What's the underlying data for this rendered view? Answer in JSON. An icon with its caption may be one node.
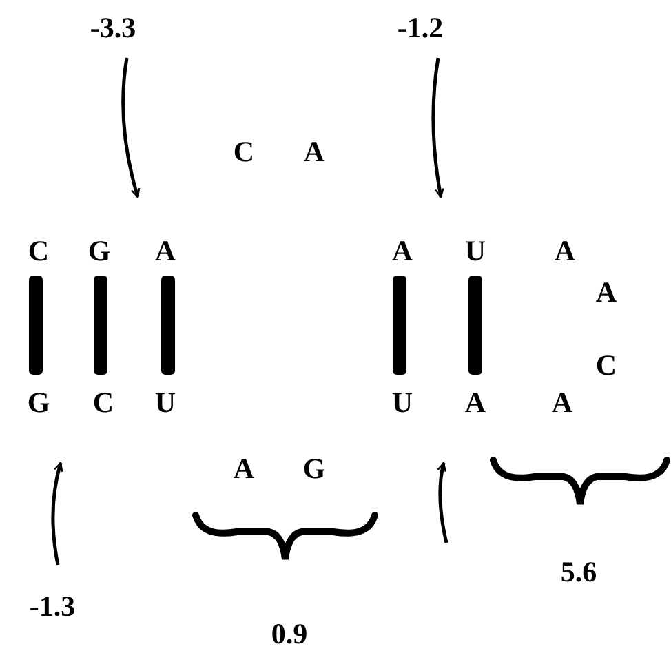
{
  "diagram": {
    "nodes": [
      {
        "text": [
          "-3.3"
        ]
      },
      {
        "text": [
          "-1.2"
        ]
      },
      {
        "text": [
          "-1.3"
        ]
      }
    ],
    "edges": [
      {
        "from": 0,
        "to": null,
        "arrow": "to"
      },
      {
        "from": 1,
        "to": null,
        "arrow": "to"
      },
      {
        "from": 2,
        "to": null,
        "arrow": "to"
      }
    ],
    "labels": [
      "C",
      "A",
      "C",
      "G",
      "A",
      "A",
      "U",
      "A",
      "A",
      "C",
      "G",
      "C",
      "U",
      "U",
      "A",
      "A",
      "A",
      "G",
      "5.6",
      "0.9"
    ]
  }
}
